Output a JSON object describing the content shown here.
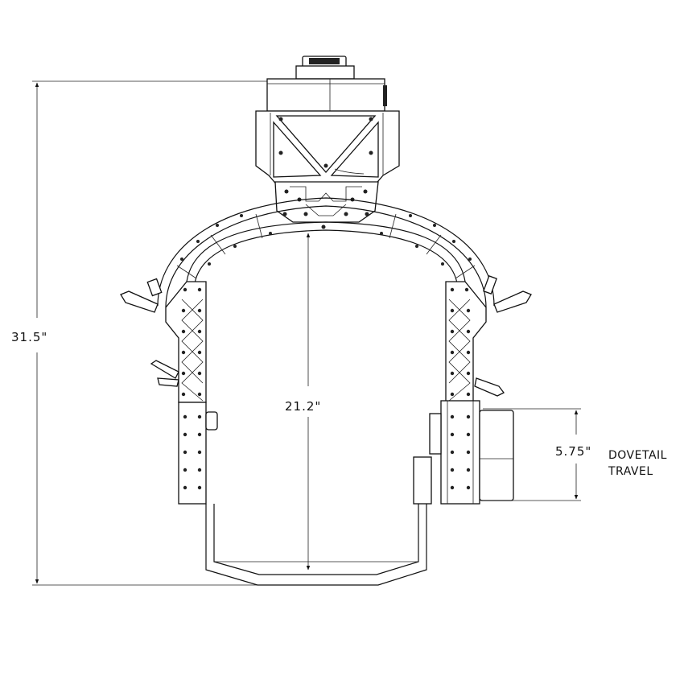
{
  "dimensions": {
    "overall_height": "31.5\"",
    "inner_height": "21.2\"",
    "dovetail_travel": "5.75\""
  },
  "labels": {
    "dovetail_line1": "DOVETAIL",
    "dovetail_line2": "TRAVEL"
  }
}
